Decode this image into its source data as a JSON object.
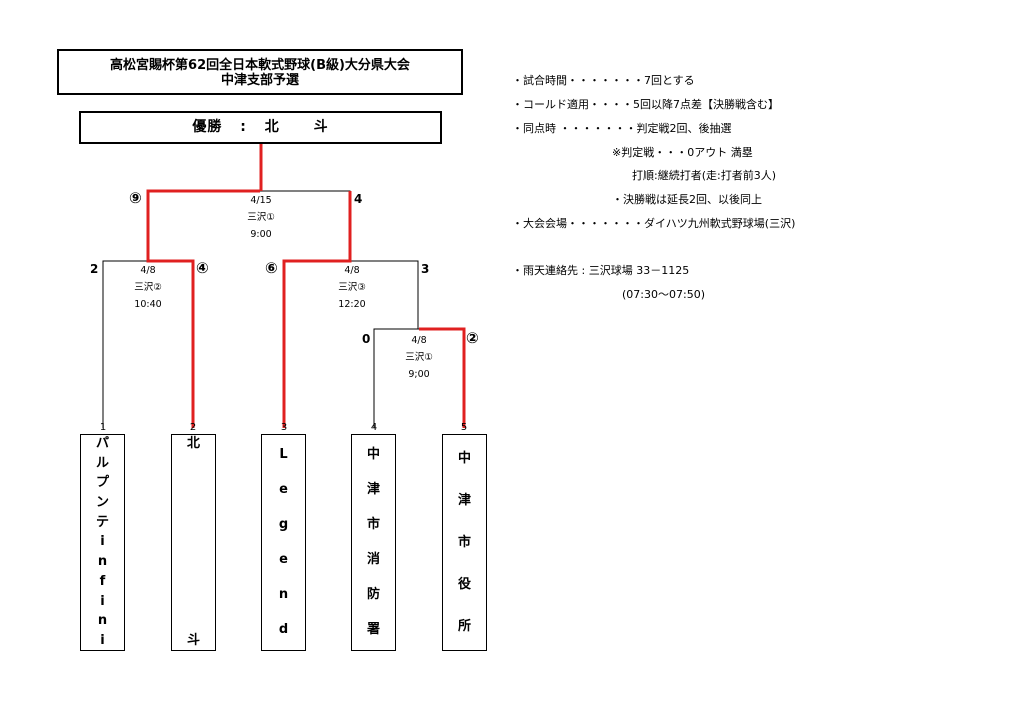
{
  "title": {
    "line1": "高松宮賜杯第62回全日本軟式野球(B級)大分県大会",
    "line2": "中津支部予選"
  },
  "winner": {
    "label": "優勝",
    "sep": ":",
    "name_1": "北",
    "name_2": "斗"
  },
  "teams": [
    {
      "seed": "1",
      "chars": [
        "パ",
        "ル",
        "プ",
        "ン",
        "テ",
        "i",
        "n",
        "f",
        "i",
        "n",
        "i"
      ]
    },
    {
      "seed": "2",
      "chars": [
        "北",
        "斗"
      ]
    },
    {
      "seed": "3",
      "chars": [
        "L",
        "e",
        "g",
        "e",
        "n",
        "d"
      ]
    },
    {
      "seed": "4",
      "chars": [
        "中",
        "津",
        "市",
        "消",
        "防",
        "署"
      ]
    },
    {
      "seed": "5",
      "chars": [
        "中",
        "津",
        "市",
        "役",
        "所"
      ]
    }
  ],
  "games": {
    "g1": {
      "date": "4/8",
      "venue": "三沢②",
      "time": "10:40",
      "score_left": "2",
      "score_right": "④"
    },
    "g2": {
      "date": "4/8",
      "venue": "三沢③",
      "time": "12:20",
      "score_left": "⑥",
      "score_right": "3"
    },
    "g3": {
      "date": "4/8",
      "venue": "三沢①",
      "time": "9;00",
      "score_left": "0",
      "score_right": "②"
    },
    "final": {
      "date": "4/15",
      "venue": "三沢①",
      "time": "9:00",
      "score_left": "⑨",
      "score_right": "4"
    }
  },
  "notes": [
    "・試合時間・・・・・・・7回とする",
    "・コールド適用・・・・5回以降7点差【決勝戦含む】",
    "・同点時 ・・・・・・・判定戦2回、後抽選",
    "※判定戦・・・0アウト 満塁",
    "打順:継続打者(走:打者前3人)",
    "・決勝戦は延長2回、以後同上",
    "・大会会場・・・・・・・ダイハツ九州軟式野球場(三沢)",
    "・雨天連絡先 : 三沢球場 33－1125",
    "(07:30～07:50)"
  ],
  "colors": {
    "win_line": "#e02020",
    "line": "#000000"
  }
}
